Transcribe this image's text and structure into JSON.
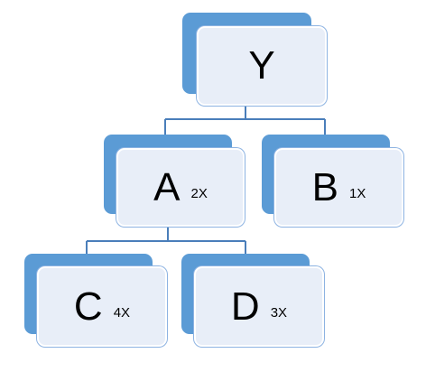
{
  "colors": {
    "back_box": "#5b9bd5",
    "front_box": "#e8eef8",
    "connector": "#4a7eba"
  },
  "nodes": {
    "y": {
      "label": "Y",
      "multiplier": ""
    },
    "a": {
      "label": "A",
      "multiplier": "2X"
    },
    "b": {
      "label": "B",
      "multiplier": "1X"
    },
    "c": {
      "label": "C",
      "multiplier": "4X"
    },
    "d": {
      "label": "D",
      "multiplier": "3X"
    }
  }
}
